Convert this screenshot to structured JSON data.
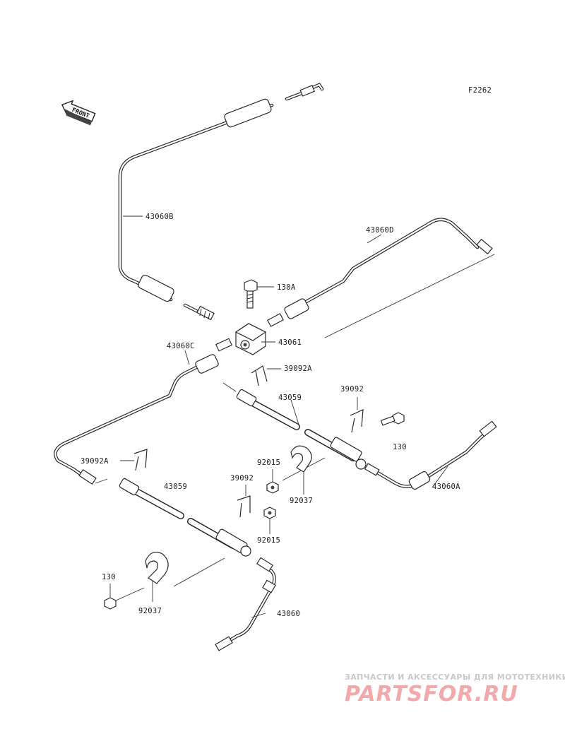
{
  "figure_code": "F2262",
  "front_arrow_text": "FRONT",
  "labels": {
    "p43060B": "43060B",
    "p43060D": "43060D",
    "p130A": "130A",
    "p43061": "43061",
    "p43060C": "43060C",
    "p39092A_top": "39092A",
    "p43059_top": "43059",
    "p39092_right": "39092",
    "p130_right": "130",
    "p39092A_left": "39092A",
    "p92015_top": "92015",
    "p39092_mid": "39092",
    "p43059_left": "43059",
    "p92037_top": "92037",
    "p43060A": "43060A",
    "p92015_bot": "92015",
    "p130_left": "130",
    "p92037_bot": "92037",
    "p43060": "43060"
  },
  "watermark": {
    "tagline": "ЗАПЧАСТИ И АКСЕССУАРЫ ДЛЯ МОТОТЕХНИКИ",
    "logo": "PARTSFOR.RU"
  }
}
